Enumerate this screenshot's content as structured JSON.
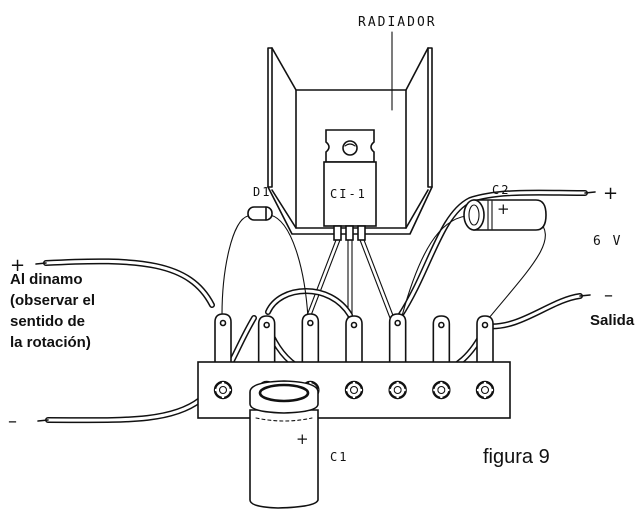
{
  "figure": {
    "caption": "figura 9",
    "heatsink_label": "RADIADOR",
    "ic_label": "CI-1",
    "diode_label": "D1",
    "c1_label": "C1",
    "c2_label": "C2",
    "c1_polarity": "+",
    "c2_polarity": "+",
    "input": {
      "plus": "+",
      "minus": "–",
      "description_lines": [
        "Al dinamo",
        "(observar el",
        "sentido de",
        "la rotación)"
      ]
    },
    "output": {
      "plus": "+",
      "minus": "–",
      "voltage": "6 V",
      "label": "Salida"
    },
    "terminal_strip": {
      "lug_count": 7
    }
  }
}
